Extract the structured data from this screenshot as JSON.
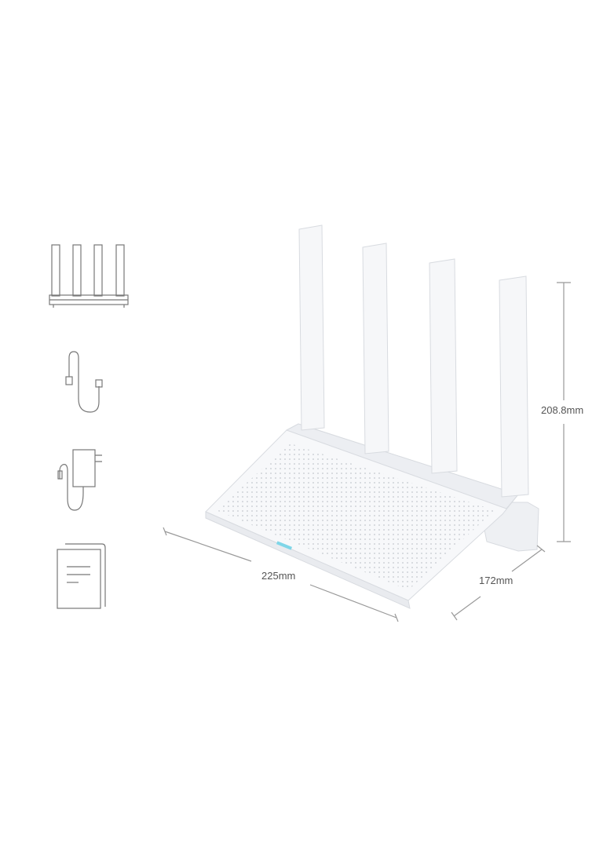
{
  "dimensions": {
    "height": "208.8mm",
    "width": "225mm",
    "depth": "172mm"
  },
  "package_contents_icons": [
    "router-icon",
    "ethernet-cable-icon",
    "power-adapter-icon",
    "manual-icon"
  ],
  "colors": {
    "background": "#ffffff",
    "router": "#f4f5f7",
    "line": "#888888",
    "indicator": "#7fd6e8"
  }
}
